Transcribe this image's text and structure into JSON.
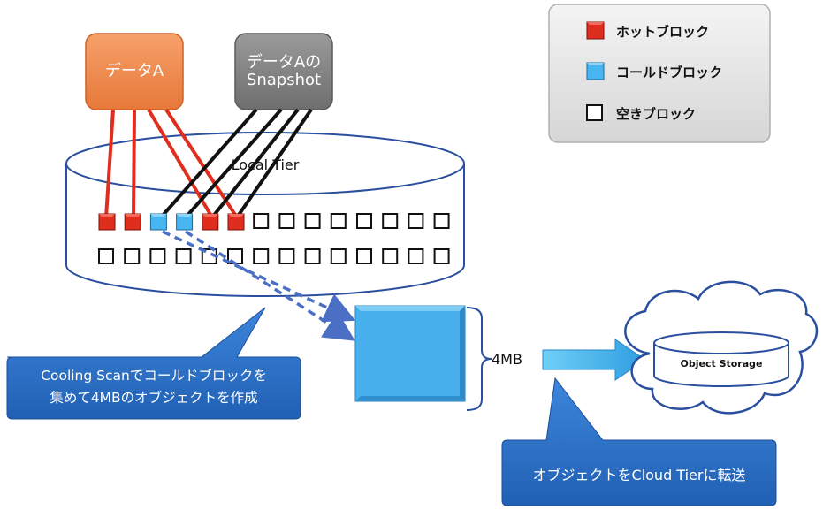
{
  "diagram": {
    "data_a": "データA",
    "snapshot_line1": "データAの",
    "snapshot_line2": "Snapshot",
    "local_tier": "Local Tier",
    "size_label": "4MB",
    "object_storage": "Object Storage",
    "callout_left_line1": "Cooling Scanでコールドブロックを",
    "callout_left_line2": "集めて4MBのオブジェクトを作成",
    "callout_right": "オブジェクトをCloud Tierに転送"
  },
  "legend": {
    "hot": "ホットブロック",
    "cold": "コールドブロック",
    "empty": "空きブロック"
  },
  "blocks": {
    "row1": [
      "hot",
      "hot",
      "cold",
      "cold",
      "hot",
      "hot",
      "empty",
      "empty",
      "empty",
      "empty",
      "empty",
      "empty",
      "empty",
      "empty"
    ],
    "row2": [
      "empty",
      "empty",
      "empty",
      "empty",
      "empty",
      "empty",
      "empty",
      "empty",
      "empty",
      "empty",
      "empty",
      "empty",
      "empty",
      "empty"
    ]
  },
  "colors": {
    "data_a": "#f0894a",
    "snapshot": "#7f7f7f",
    "hot": "#e02e1e",
    "cold": "#48b4f0",
    "callout": "#2f74c9",
    "object": "#48b0ec",
    "arrow": "#4a6fc4"
  }
}
